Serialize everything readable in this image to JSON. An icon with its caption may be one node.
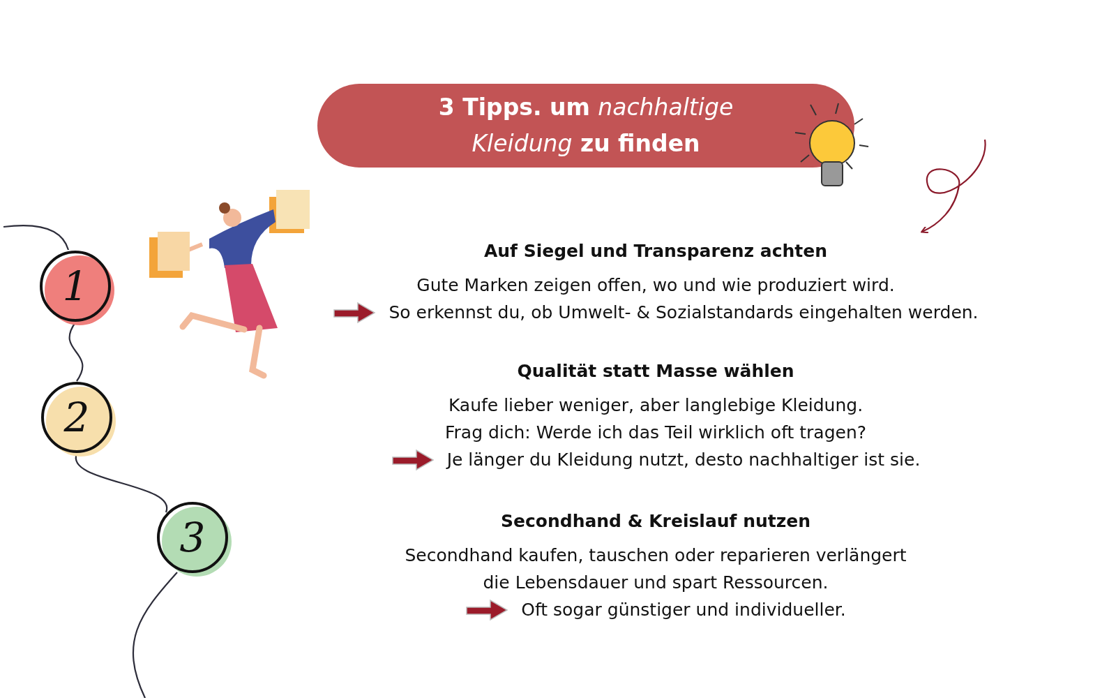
{
  "diagram": {
    "nodes": [
      {
        "text": [
          "3 Tipps. um *nachhaltige Kleidung* zu finden"
        ]
      },
      {
        "text": [
          "1"
        ]
      },
      {
        "text": [
          "2"
        ]
      },
      {
        "text": [
          "3"
        ]
      },
      {
        "text": [
          "Auf Siegel und Transparenz achten",
          "Gute Marken zeigen offen, wo und wie produziert wird.",
          "So erkennst du, ob Umwelt- & Sozialstandards eingehalten werden."
        ]
      },
      {
        "text": [
          "Qualität statt Masse wählen",
          "Kaufe lieber weniger, aber langlebige Kleidung. Frag dich: Werde ich das Teil wirklich oft tragen?",
          "Je länger du Kleidung nutzt, desto nachhaltiger ist sie."
        ]
      },
      {
        "text": [
          "Secondhand & Kreislauf nutzen",
          "Secondhand kaufen, tauschen oder reparieren verlängert die Lebensdauer und spart Ressourcen.",
          "Oft sogar günstiger und individueller."
        ]
      }
    ],
    "edges": [
      {
        "from": null,
        "to": 1,
        "arrow": "none"
      },
      {
        "from": 1,
        "to": 2,
        "arrow": "none"
      },
      {
        "from": 2,
        "to": 3,
        "arrow": "none"
      },
      {
        "from": 3,
        "to": null,
        "arrow": "none"
      },
      {
        "from": null,
        "to": 4,
        "arrow": "to",
        "color": "#8b1a2b"
      }
    ]
  }
}
